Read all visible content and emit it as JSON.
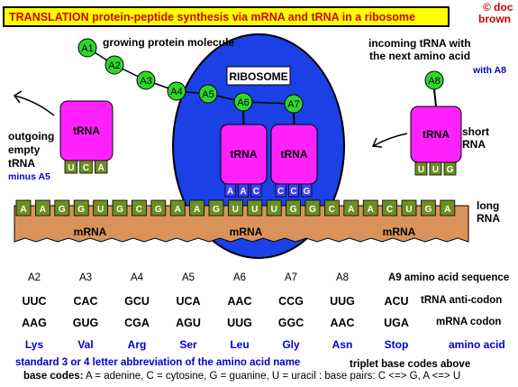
{
  "title": "TRANSLATION   protein-peptide synthesis via mRNA and tRNA in a ribosome",
  "credit": [
    "© doc",
    "brown"
  ],
  "labels": {
    "growing": "growing protein molecule",
    "incoming": [
      "incoming tRNA with",
      "the next amino acid"
    ],
    "with_a8": "with A8",
    "outgoing": [
      "outgoing",
      "empty",
      "tRNA"
    ],
    "minus_a5": "minus A5",
    "short_rna": [
      "short",
      "RNA"
    ],
    "long_rna": [
      "long",
      "RNA"
    ],
    "ribosome": "RIBOSOME"
  },
  "chain": [
    "A1",
    "A2",
    "A3",
    "A4",
    "A5"
  ],
  "site_aa": [
    "A6",
    "A7"
  ],
  "incoming_aa": "A8",
  "trna_label": "tRNA",
  "anticodons": {
    "outgoing": [
      "U",
      "C",
      "A"
    ],
    "site1": [
      "A",
      "A",
      "C"
    ],
    "site2": [
      "C",
      "C",
      "G"
    ],
    "incoming": [
      "U",
      "U",
      "G"
    ]
  },
  "mrna_bases": [
    "A",
    "A",
    "G",
    "G",
    "U",
    "G",
    "C",
    "G",
    "A",
    "A",
    "G",
    "U",
    "U",
    "U",
    "G",
    "G",
    "C",
    "A",
    "A",
    "C",
    "U",
    "G",
    "A"
  ],
  "mrna_label": "mRNA",
  "colors": {
    "title_red": "#cc0000",
    "ribosome_blue": "#1a40e6",
    "trna_magenta": "#ff22ff",
    "amino_green": "#2ed62e",
    "mrna_tan": "#d9935a",
    "base_green": "#6e8f1f",
    "label_blue": "#0000cc"
  },
  "table": {
    "amino_acids": [
      "A2",
      "A3",
      "A4",
      "A5",
      "A6",
      "A7",
      "A8"
    ],
    "amino_label": "A9 amino acid sequence",
    "anticodons": [
      "UUC",
      "CAC",
      "GCU",
      "UCA",
      "AAC",
      "CCG",
      "UUG",
      "ACU"
    ],
    "anticodon_label": "tRNA anti-codon",
    "codons": [
      "AAG",
      "GUG",
      "CGA",
      "AGU",
      "UUG",
      "GGC",
      "AAC",
      "UGA"
    ],
    "codon_label": "mRNA codon",
    "names": [
      "Lys",
      "Val",
      "Arg",
      "Ser",
      "Leu",
      "Gly",
      "Asn",
      "Stop"
    ],
    "names_label": "amino acid",
    "note_abbrev": "standard 3 or 4 letter abbreviation of the amino acid name",
    "note_triplet": "triplet base codes above",
    "note_base_prefix": "base codes:",
    "note_base_rest": "A = adenine, C = cytosine, G = guanine, U = uracil : base pairs:  C <=> G,  A <=> U"
  }
}
